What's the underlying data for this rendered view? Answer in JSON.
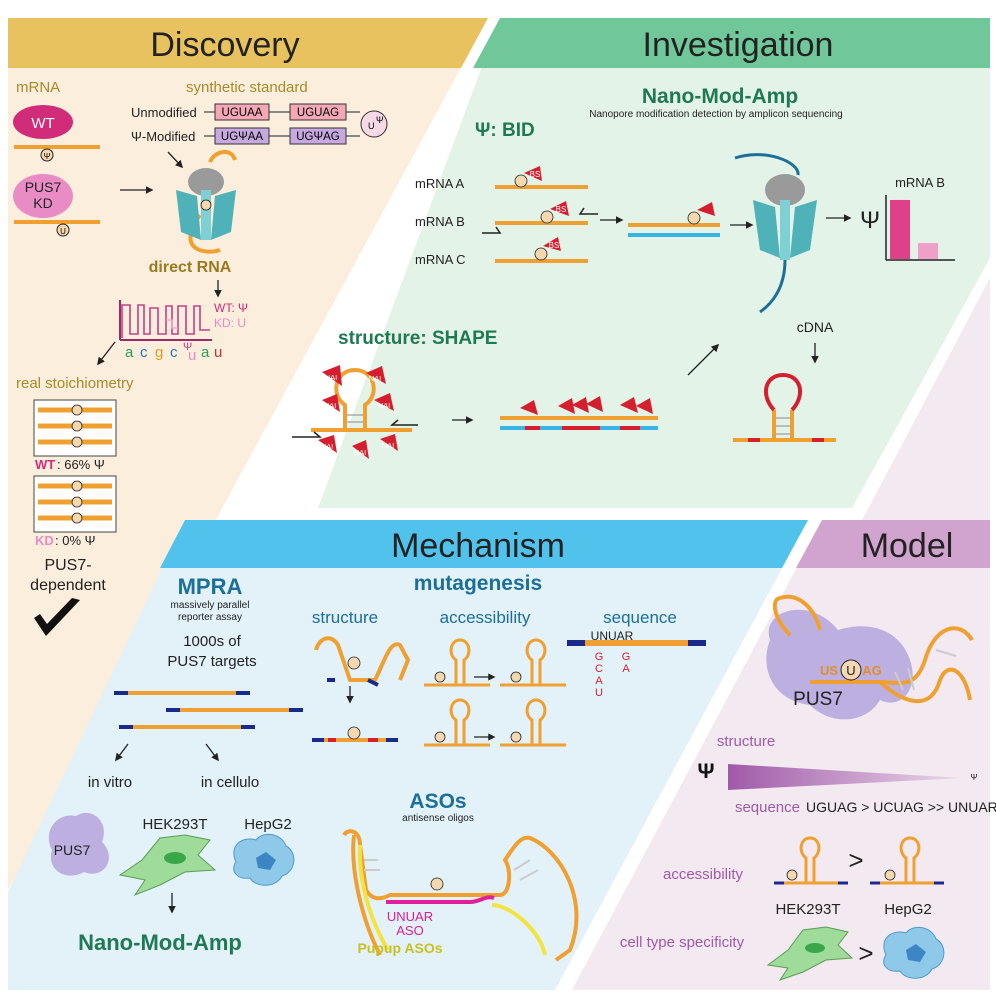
{
  "discovery": {
    "title": "Discovery",
    "mrna": "mRNA",
    "synthetic_standard": "synthetic standard",
    "wt": "WT",
    "pus7_kd": [
      "PUS7",
      "KD"
    ],
    "unmodified": "Unmodified",
    "psi_modified": "Ψ-Modified",
    "seq_unmod": [
      "UGUAA",
      "UGUAG"
    ],
    "seq_mod": [
      "UGΨAA",
      "UGΨAG"
    ],
    "u_psi": [
      "U",
      "Ψ"
    ],
    "direct_rna": "direct RNA",
    "wt_psi": "WT: Ψ",
    "kd_u": "KD: U",
    "bases": [
      "a",
      "c",
      "g",
      "c",
      "Ψ",
      "u",
      "a",
      "u"
    ],
    "real_stoichiometry": "real stoichiometry",
    "wt_label": "WT",
    "wt_value": ": 66% Ψ",
    "kd_label": "KD",
    "kd_value": ": 0% Ψ",
    "conclusion": [
      "PUS7-",
      "dependent"
    ]
  },
  "investigation": {
    "title": "Investigation",
    "method_title": "Nano-Mod-Amp",
    "method_subtitle": "Nanopore modification detection by amplicon sequencing",
    "bid": "Ψ: BID",
    "mrna_a": "mRNA A",
    "mrna_b": "mRNA B",
    "mrna_c": "mRNA C",
    "bs": "BS",
    "psi": "Ψ",
    "chart_title": "mRNA B",
    "chart_data": {
      "type": "bar",
      "categories": [
        "",
        ""
      ],
      "values": [
        1.0,
        0.27
      ],
      "ylim": [
        0,
        1.05
      ],
      "colors": [
        "#e0408a",
        "#f0a0c8"
      ]
    },
    "shape": "structure: SHAPE",
    "nai": "NAI",
    "cdna": "cDNA"
  },
  "mechanism": {
    "title": "Mechanism",
    "mpra": "MPRA",
    "mpra_sub": [
      "massively parallel",
      "reporter assay"
    ],
    "targets": [
      "1000s of",
      "PUS7 targets"
    ],
    "in_vitro": "in vitro",
    "in_cellulo": "in cellulo",
    "pus7": "PUS7",
    "hek": "HEK293T",
    "hepg2": "HepG2",
    "nano_mod_amp": "Nano-Mod-Amp",
    "mutagenesis": "mutagenesis",
    "structure": "structure",
    "accessibility": "accessibility",
    "sequence": "sequence",
    "unuar": "UNUAR",
    "subs_1": [
      "G",
      "C",
      "A",
      "U"
    ],
    "subs_2": [
      "G",
      "A"
    ],
    "asos": "ASOs",
    "asos_sub": "antisense oligos",
    "unuar_aso": [
      "UNUAR",
      "ASO"
    ],
    "pupup_asos": "Pupup ASOs"
  },
  "model": {
    "title": "Model",
    "motif": [
      "US",
      "U",
      "AG"
    ],
    "pus7": "PUS7",
    "structure": "structure",
    "psi_big": "Ψ",
    "psi_small": "Ψ",
    "sequence_label": "sequence",
    "sequence_rank": "UGUAG > UCUAG >> UNUAR",
    "accessibility": "accessibility",
    "gt": ">",
    "hek": "HEK293T",
    "hepg2": "HepG2",
    "cell_type": "cell type specificity"
  },
  "colors": {
    "discovery_bg": "#fbeedd",
    "discovery_banner": "#e8c25e",
    "investigation_bg": "#e4f3e7",
    "investigation_banner": "#6fc79a",
    "mechanism_bg": "#e3f1f9",
    "mechanism_banner": "#50c2ec",
    "model_bg": "#f3e9f1",
    "model_banner": "#d1a3cf",
    "rna": "#f0a030",
    "accent_green": "#1f7a52",
    "accent_blue": "#1b6f98",
    "accent_purple": "#a05aa8"
  }
}
